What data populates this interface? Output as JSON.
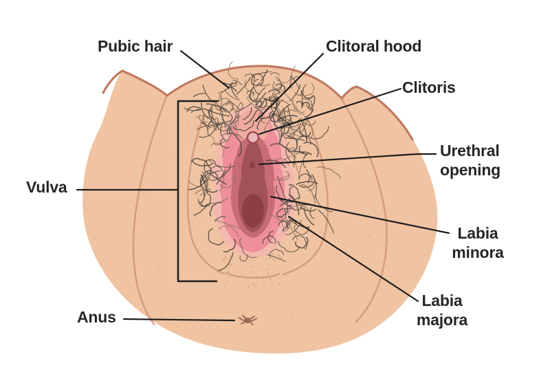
{
  "figure": {
    "background_color": "#ffffff",
    "labels": [
      {
        "id": "pubic-hair",
        "text": "Pubic hair",
        "lines": [
          "Pubic hair"
        ]
      },
      {
        "id": "clitoral-hood",
        "text": "Clitoral hood",
        "lines": [
          "Clitoral hood"
        ]
      },
      {
        "id": "clitoris",
        "text": "Clitoris",
        "lines": [
          "Clitoris"
        ]
      },
      {
        "id": "urethral-opening",
        "text": "Urethral opening",
        "lines": [
          "Urethral",
          "opening"
        ]
      },
      {
        "id": "labia-minora",
        "text": "Labia minora",
        "lines": [
          "Labia",
          "minora"
        ]
      },
      {
        "id": "labia-majora",
        "text": "Labia majora",
        "lines": [
          "Labia",
          "majora"
        ]
      },
      {
        "id": "vulva",
        "text": "Vulva",
        "lines": [
          "Vulva"
        ]
      },
      {
        "id": "anus",
        "text": "Anus",
        "lines": [
          "Anus"
        ]
      }
    ],
    "palette": {
      "skin": "#f0c4a2",
      "skin_outline": "#bf7a61",
      "crease": "#cf9476",
      "hair_dark": "#48413b",
      "hair_light": "#8b7260",
      "vulva_outer_pale": "#f4b8ae",
      "labia_minora_pink": "#ee8f9a",
      "clitoral_hood": "#efab9f",
      "inner_mauve": "#c76c74",
      "vestibule": "#a35159",
      "vaginal_opening": "#8c3e44",
      "clitoris_fill": "#ecb7ba",
      "clitoris_outline": "#9f4a52",
      "anus_mark": "#9c6b58",
      "leader_line": "#1c1c1c",
      "label_text": "#262626"
    }
  }
}
